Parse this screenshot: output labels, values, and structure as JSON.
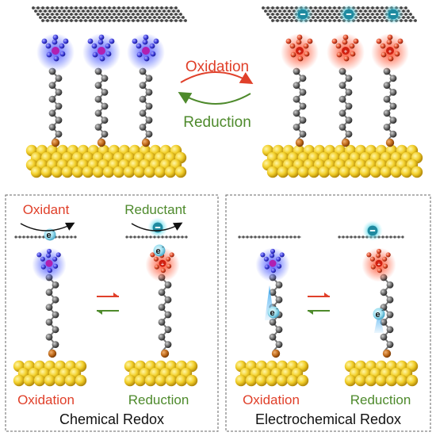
{
  "top": {
    "oxidation_label": "Oxidation",
    "reduction_label": "Reduction"
  },
  "chemical_panel": {
    "oxidant_label": "Oxidant",
    "reductant_label": "Reductant",
    "electron_symbol": "e",
    "electron_charge": "-",
    "oxidation_label": "Oxidation",
    "reduction_label": "Reduction",
    "title": "Chemical Redox"
  },
  "electrochemical_panel": {
    "electron_symbol": "e",
    "electron_charge": "-",
    "oxidation_label": "Oxidation",
    "reduction_label": "Reduction",
    "title": "Electrochemical Redox"
  },
  "colors": {
    "oxidation_red": "#e0402a",
    "reduction_green": "#4e8a2c",
    "reduced_blue": "#3a3ae0",
    "oxidized_orange": "#e05a3a",
    "gold": "#f2cf2a",
    "chain_gray": "#555555",
    "anion_cyan": "#3ec6d8"
  }
}
